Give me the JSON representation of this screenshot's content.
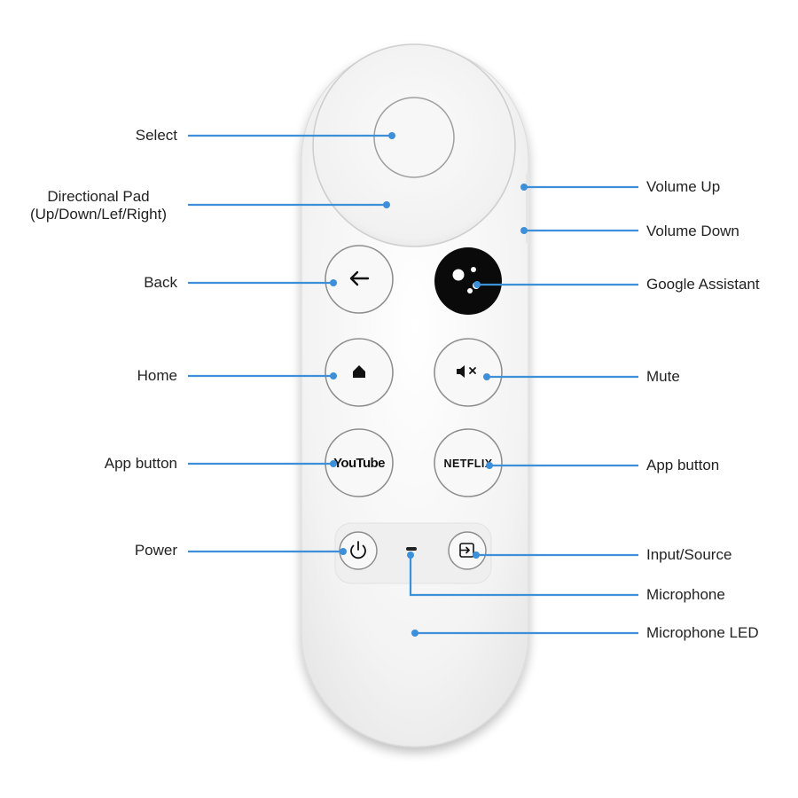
{
  "labels": {
    "select": "Select",
    "dpad_line1": "Directional Pad",
    "dpad_line2": "(Up/Down/Lef/Right)",
    "back": "Back",
    "home": "Home",
    "app_button_left": "App button",
    "power": "Power",
    "volume_up": "Volume Up",
    "volume_down": "Volume Down",
    "google_assistant": "Google Assistant",
    "mute": "Mute",
    "app_button_right": "App button",
    "input_source": "Input/Source",
    "microphone": "Microphone",
    "microphone_led": "Microphone LED"
  },
  "buttons": {
    "youtube": "YouTube",
    "netflix": "NETFLIX"
  },
  "icons": {
    "back": "arrow-left-icon",
    "home": "home-icon",
    "mute": "speaker-mute-icon",
    "assistant": "google-assistant-icon",
    "power": "power-icon",
    "input": "input-source-icon"
  },
  "colors": {
    "callout": "#3d8fd9",
    "remote_body": "#f4f4f4",
    "assistant_button": "#0a0a0a"
  }
}
